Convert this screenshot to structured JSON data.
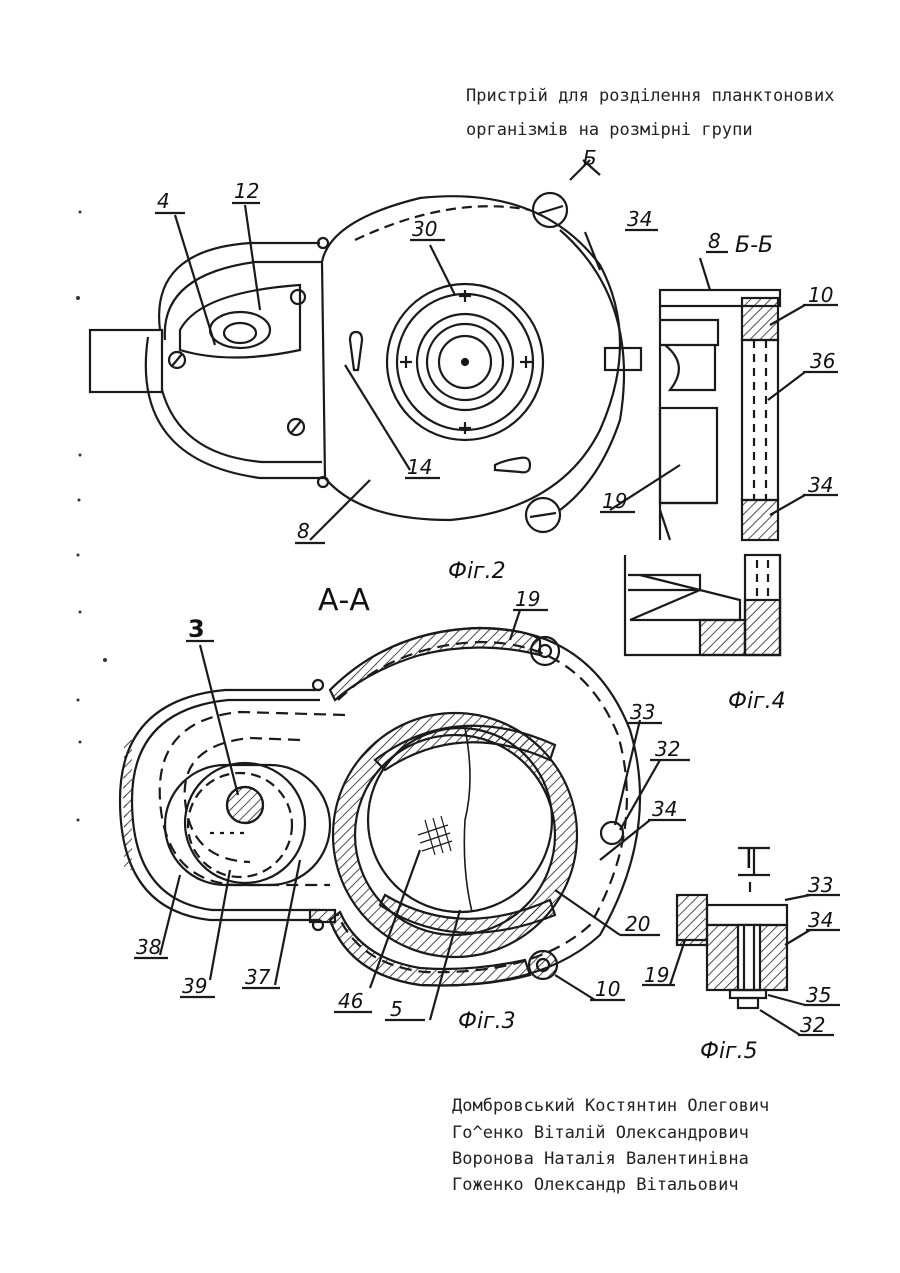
{
  "title": {
    "line1": "Пристрій для розділення планктонових",
    "line2": "організмів на розмірні групи"
  },
  "figures": {
    "fig2": {
      "caption": "Фіг.2"
    },
    "fig3": {
      "caption": "Фіг.3",
      "section": "А-А"
    },
    "fig4": {
      "caption": "Фіг.4",
      "section": "Б-Б"
    },
    "fig5": {
      "caption": "Фіг.5",
      "detail": "I"
    }
  },
  "labels": {
    "fig2": [
      "4",
      "12",
      "30",
      "34",
      "8",
      "14",
      "Б"
    ],
    "fig3": [
      "3",
      "19",
      "33",
      "32",
      "34",
      "20",
      "10",
      "5",
      "46",
      "37",
      "39",
      "38"
    ],
    "fig4": [
      "8",
      "10",
      "36",
      "34",
      "19"
    ],
    "fig5": [
      "33",
      "34",
      "35",
      "32",
      "19"
    ]
  },
  "authors": [
    "Домбровський Костянтин Олегович",
    "Го^енко Віталій Олександрович",
    "Воронова Наталія Валентинівна",
    "Гоженко Олександр Вітальович"
  ]
}
